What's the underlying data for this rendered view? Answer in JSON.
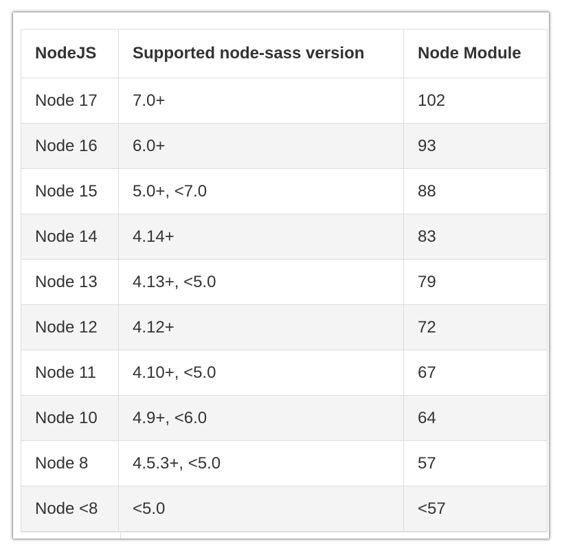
{
  "table": {
    "headers": [
      "NodeJS",
      "Supported node-sass version",
      "Node Module"
    ],
    "rows": [
      [
        "Node 17",
        "7.0+",
        "102"
      ],
      [
        "Node 16",
        "6.0+",
        "93"
      ],
      [
        "Node 15",
        "5.0+, <7.0",
        "88"
      ],
      [
        "Node 14",
        "4.14+",
        "83"
      ],
      [
        "Node 13",
        "4.13+, <5.0",
        "79"
      ],
      [
        "Node 12",
        "4.12+",
        "72"
      ],
      [
        "Node 11",
        "4.10+, <5.0",
        "67"
      ],
      [
        "Node 10",
        "4.9+, <6.0",
        "64"
      ],
      [
        "Node 8",
        "4.5.3+, <5.0",
        "57"
      ],
      [
        "Node <8",
        "<5.0",
        "<57"
      ]
    ]
  },
  "colors": {
    "border": "#dcdcdc",
    "stripe": "#f4f4f4",
    "text": "#333333"
  }
}
